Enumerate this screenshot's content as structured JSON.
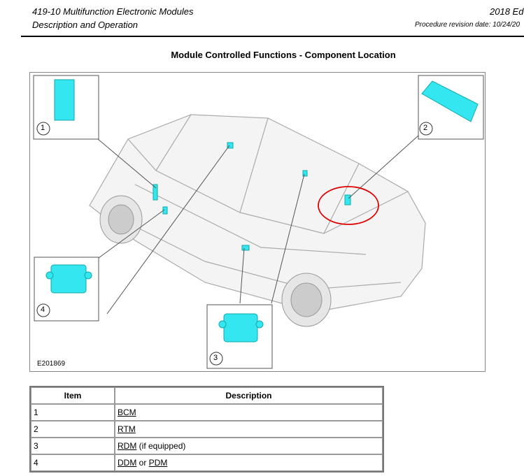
{
  "header": {
    "section": "419-10 Multifunction Electronic Modules",
    "subsection": "Description and Operation",
    "edition": "2018 Ed",
    "revision": "Procedure revision date: 10/24/20"
  },
  "figure": {
    "title": "Module Controlled Functions - Component Location",
    "id": "E201869",
    "callouts": [
      "1",
      "2",
      "3",
      "4"
    ],
    "module_color": "#33e6f0",
    "annotation_color": "#e00000"
  },
  "table": {
    "headers": [
      "Item",
      "Description"
    ],
    "rows": [
      {
        "item": "1",
        "link1": "BCM",
        "text": "",
        "link2": ""
      },
      {
        "item": "2",
        "link1": "RTM",
        "text": "",
        "link2": ""
      },
      {
        "item": "3",
        "link1": "RDM",
        "text": " (if equipped)",
        "link2": ""
      },
      {
        "item": "4",
        "link1": "DDM",
        "text": " or ",
        "link2": "PDM"
      }
    ]
  }
}
